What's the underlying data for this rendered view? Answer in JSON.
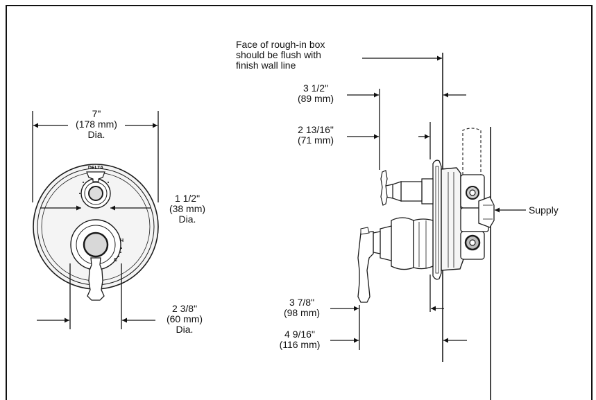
{
  "front_view": {
    "overall": {
      "line1": "7\"",
      "line2": "(178 mm)",
      "line3": "Dia."
    },
    "diverter": {
      "line1": "1 1/2\"",
      "line2": "(38 mm)",
      "line3": "Dia."
    },
    "handle": {
      "line1": "2 3/8\"",
      "line2": "(60 mm)",
      "line3": "Dia."
    },
    "brand_mark": "DELTA"
  },
  "side_view": {
    "note": {
      "line1": "Face of rough-in box",
      "line2": "should be flush with",
      "line3": "finish wall line"
    },
    "dim_a": {
      "line1": "3 1/2\"",
      "line2": "(89 mm)"
    },
    "dim_b": {
      "line1": "2 13/16\"",
      "line2": "(71 mm)"
    },
    "dim_c": {
      "line1": "3 7/8\"",
      "line2": "(98 mm)"
    },
    "dim_d": {
      "line1": "4 9/16\"",
      "line2": "(116 mm)"
    },
    "supply": "Supply"
  },
  "colors": {
    "line": "#1a1a1a",
    "fill": "#f2f2f2",
    "shade": "#555555",
    "background": "#ffffff"
  }
}
